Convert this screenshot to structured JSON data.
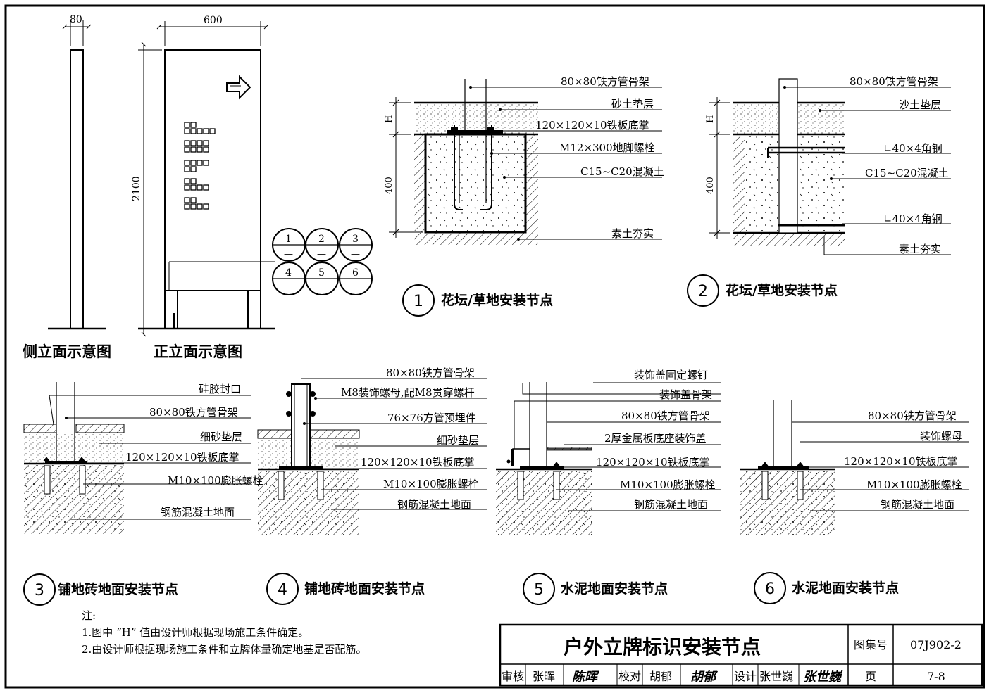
{
  "elevations": {
    "side_title": "侧立面示意图",
    "front_title": "正立面示意图",
    "dim_side_width": "80",
    "dim_front_width": "600",
    "dim_height": "2100",
    "index_numbers": [
      "1",
      "2",
      "3",
      "4",
      "5",
      "6"
    ],
    "index_dash": "—"
  },
  "detail1": {
    "title": "花坛/草地安装节点",
    "number": "1",
    "labels": [
      "80×80铁方管骨架",
      "砂土垫层",
      "120×120×10铁板底掌",
      "M12×300地脚螺栓",
      "C15~C20混凝土",
      "素土夯实"
    ],
    "dim_h": "H",
    "dim_400": "400"
  },
  "detail2": {
    "title": "花坛/草地安装节点",
    "number": "2",
    "labels": [
      "80×80铁方管骨架",
      "沙土垫层",
      "∟40×4角钢",
      "C15~C20混凝土",
      "∟40×4角钢",
      "素土夯实"
    ],
    "dim_h": "H",
    "dim_400": "400"
  },
  "detail3": {
    "title": "铺地砖地面安装节点",
    "number": "3",
    "labels": [
      "硅胶封口",
      "80×80铁方管骨架",
      "细砂垫层",
      "120×120×10铁板底掌",
      "M10×100膨胀螺栓",
      "钢筋混凝土地面"
    ]
  },
  "detail4": {
    "title": "铺地砖地面安装节点",
    "number": "4",
    "labels": [
      "80×80铁方管骨架",
      "M8装饰螺母,配M8贯穿螺杆",
      "76×76方管预埋件",
      "细砂垫层",
      "120×120×10铁板底掌",
      "M10×100膨胀螺栓",
      "钢筋混凝土地面"
    ]
  },
  "detail5": {
    "title": "水泥地面安装节点",
    "number": "5",
    "labels": [
      "装饰盖固定螺钉",
      "装饰盖骨架",
      "80×80铁方管骨架",
      "2厚金属板底座装饰盖",
      "120×120×10铁板底掌",
      "M10×100膨胀螺栓",
      "钢筋混凝土地面"
    ]
  },
  "detail6": {
    "title": "水泥地面安装节点",
    "number": "6",
    "labels": [
      "80×80铁方管骨架",
      "装饰螺母",
      "120×120×10铁板底掌",
      "M10×100膨胀螺栓",
      "钢筋混凝土地面"
    ]
  },
  "notes": {
    "heading": "注:",
    "items": [
      "1.图中 “H” 值由设计师根据现场施工条件确定。",
      "2.由设计师根据现场施工条件和立牌体量确定地基是否配筋。"
    ]
  },
  "title_block": {
    "title": "户外立牌标识安装节点",
    "atlas_label": "图集号",
    "atlas_no": "07J902-2",
    "review_label": "审核",
    "reviewer": "张晖",
    "reviewer_sig": "陈晖",
    "check_label": "校对",
    "checker": "胡郁",
    "checker_sig": "胡郁",
    "design_label": "设计",
    "designer": "张世巍",
    "designer_sig": "张世巍",
    "page_label": "页",
    "page_no": "7-8"
  }
}
